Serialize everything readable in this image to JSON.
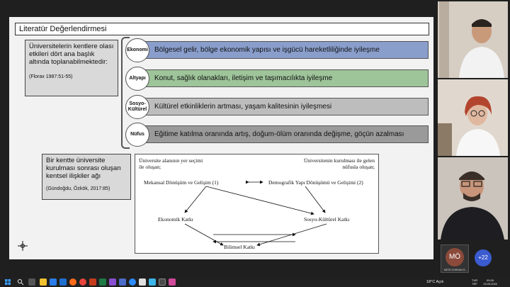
{
  "slide": {
    "title": "Literatür Değerlendirmesi",
    "note1": {
      "text": "Üniversitelerin kentlere olası etkileri dört ana başlık altında toplanabilmektedir:",
      "cite": "(Florax 1987:51-55)"
    },
    "items": [
      {
        "circle": "Ekonomi",
        "text": "Bölgesel gelir, bölge ekonomik yapısı ve işgücü hareketliliğinde iyileşme"
      },
      {
        "circle": "Altyapı",
        "text": "Konut, sağlık olanakları, iletişim ve taşımacılıkta iyileşme"
      },
      {
        "circle1": "Sosyo-",
        "circle2": "Kültürel",
        "text": "Kültürel etkinliklerin artması, yaşam kalitesinin iyileşmesi"
      },
      {
        "circle": "Nüfus",
        "text": "Eğitime katılma oranında artış, doğum-ölüm oranında değişme, göçün azalması"
      }
    ],
    "note2": {
      "text": "Bir kentte üniversite kurulması sonrası oluşan kentsel ilişkiler ağı",
      "cite": "(Gündoğdu, Özkök, 2017:85)"
    },
    "diagram": {
      "top_left_1": "Üniversite alanının yer seçimi",
      "top_left_2": "ile oluşan;",
      "top_right_1": "Üniversitenin kurulması ile gelen",
      "top_right_2": "nüfusla oluşan;",
      "node_mekansal": "Mekansal Dönüşüm ve Gelişim (1)",
      "node_demografik": "Demografik Yapı Dönüşümü ve Gelişimi (2)",
      "node_ekonomik": "Ekonomik Katkı",
      "node_sosyo": "Sosyo-Kültürel Katkı",
      "node_bilimsel": "Bilimsel Katkı"
    }
  },
  "participants": {
    "self_initials": "MÖ",
    "self_name": "METE KORHAN Ö...",
    "more_count": "+22"
  },
  "taskbar": {
    "weather": "18°C  Açık",
    "lang": "TUR",
    "lang2": "TRF",
    "time": "09:26",
    "date": "13.05.2022"
  },
  "colors": {
    "bar_ekonomi": "#8a9ecc",
    "bar_altyapi": "#9ec49a",
    "bar_sosyo": "#bdbdbd",
    "bar_nufus": "#9a9a9a",
    "more_button": "#3b5bd0"
  }
}
